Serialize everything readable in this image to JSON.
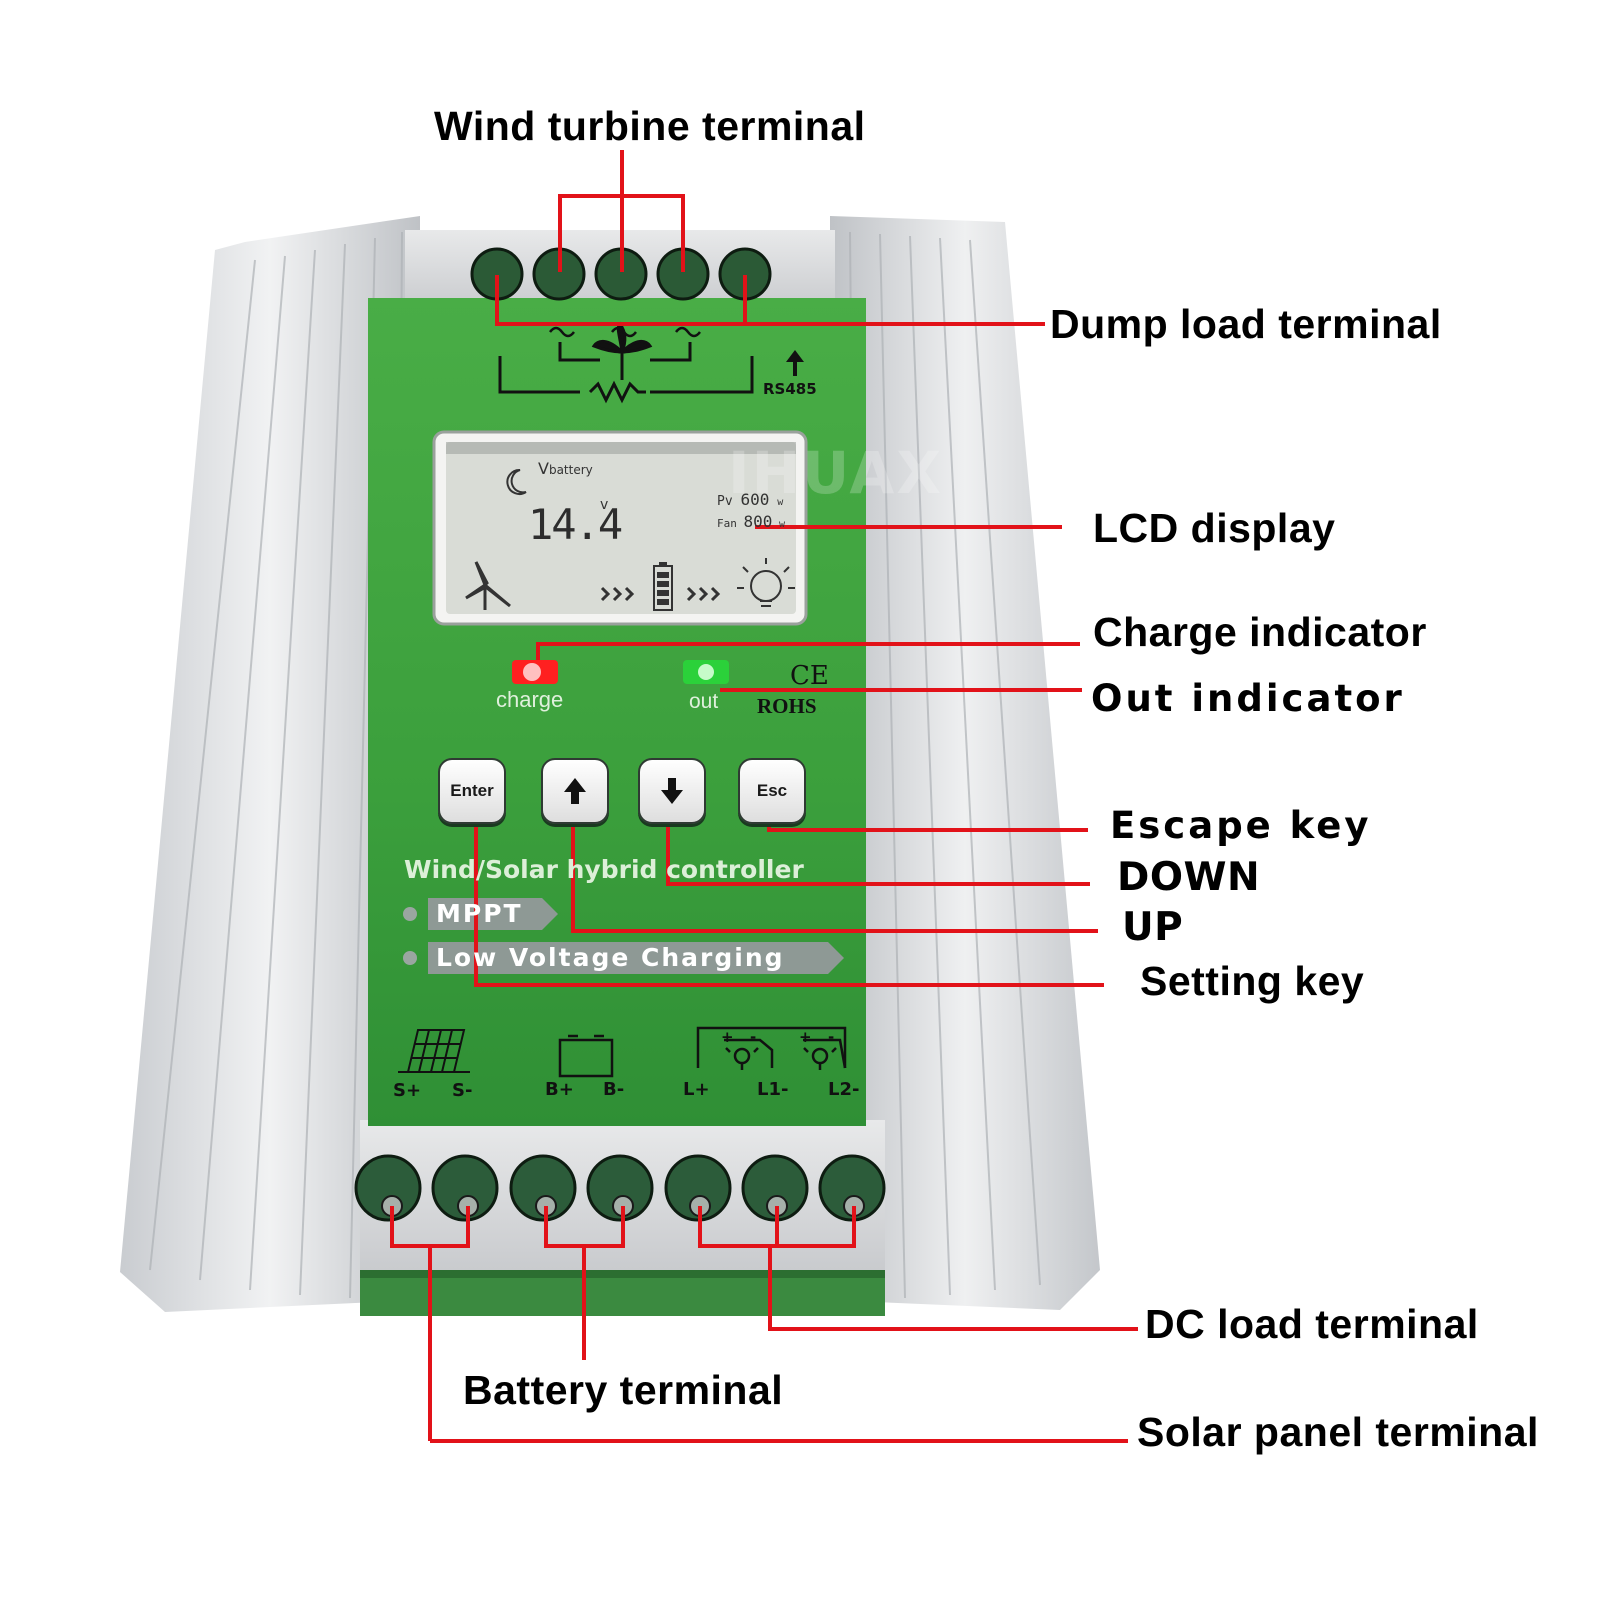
{
  "callouts": {
    "wind_turbine": "Wind turbine terminal",
    "dump_load": "Dump load terminal",
    "lcd_display": "LCD display",
    "charge_indicator": "Charge indicator",
    "out_indicator": "Out indicator",
    "escape_key": "Escape key",
    "down": "DOWN",
    "up": "UP",
    "setting_key": "Setting key",
    "dc_load": "DC load terminal",
    "battery": "Battery terminal",
    "solar_panel": "Solar panel terminal"
  },
  "panel": {
    "rs485": "RS485",
    "lcd": {
      "battery_label": "V",
      "battery_sub": "battery",
      "voltage": "14.4",
      "unit": "v",
      "pv_label": "Pv",
      "pv_value": "600",
      "pv_unit": "w",
      "fan_label": "Fan",
      "fan_value": "800",
      "fan_unit": "w"
    },
    "charge_label": "charge",
    "out_label": "out",
    "ce_mark": "CE",
    "rohs": "ROHS",
    "buttons": {
      "enter": "Enter",
      "esc": "Esc"
    },
    "product_title": "Wind/Solar hybrid controller",
    "mppt_tag": "MPPT",
    "low_voltage_tag": "Low Voltage Charging",
    "watermark": "IHUAX",
    "terminals": {
      "s_plus": "S+",
      "s_minus": "S-",
      "b_plus": "B+",
      "b_minus": "B-",
      "l_plus": "L+",
      "l1_minus": "L1-",
      "l2_minus": "L2-",
      "plus": "+",
      "minus": "-"
    }
  },
  "colors": {
    "leader": "#e21219",
    "panel_green": "#3aa33f",
    "aluminum": "#d9dcdf",
    "charge_led": "#ff2020",
    "out_led": "#2bd13a"
  }
}
